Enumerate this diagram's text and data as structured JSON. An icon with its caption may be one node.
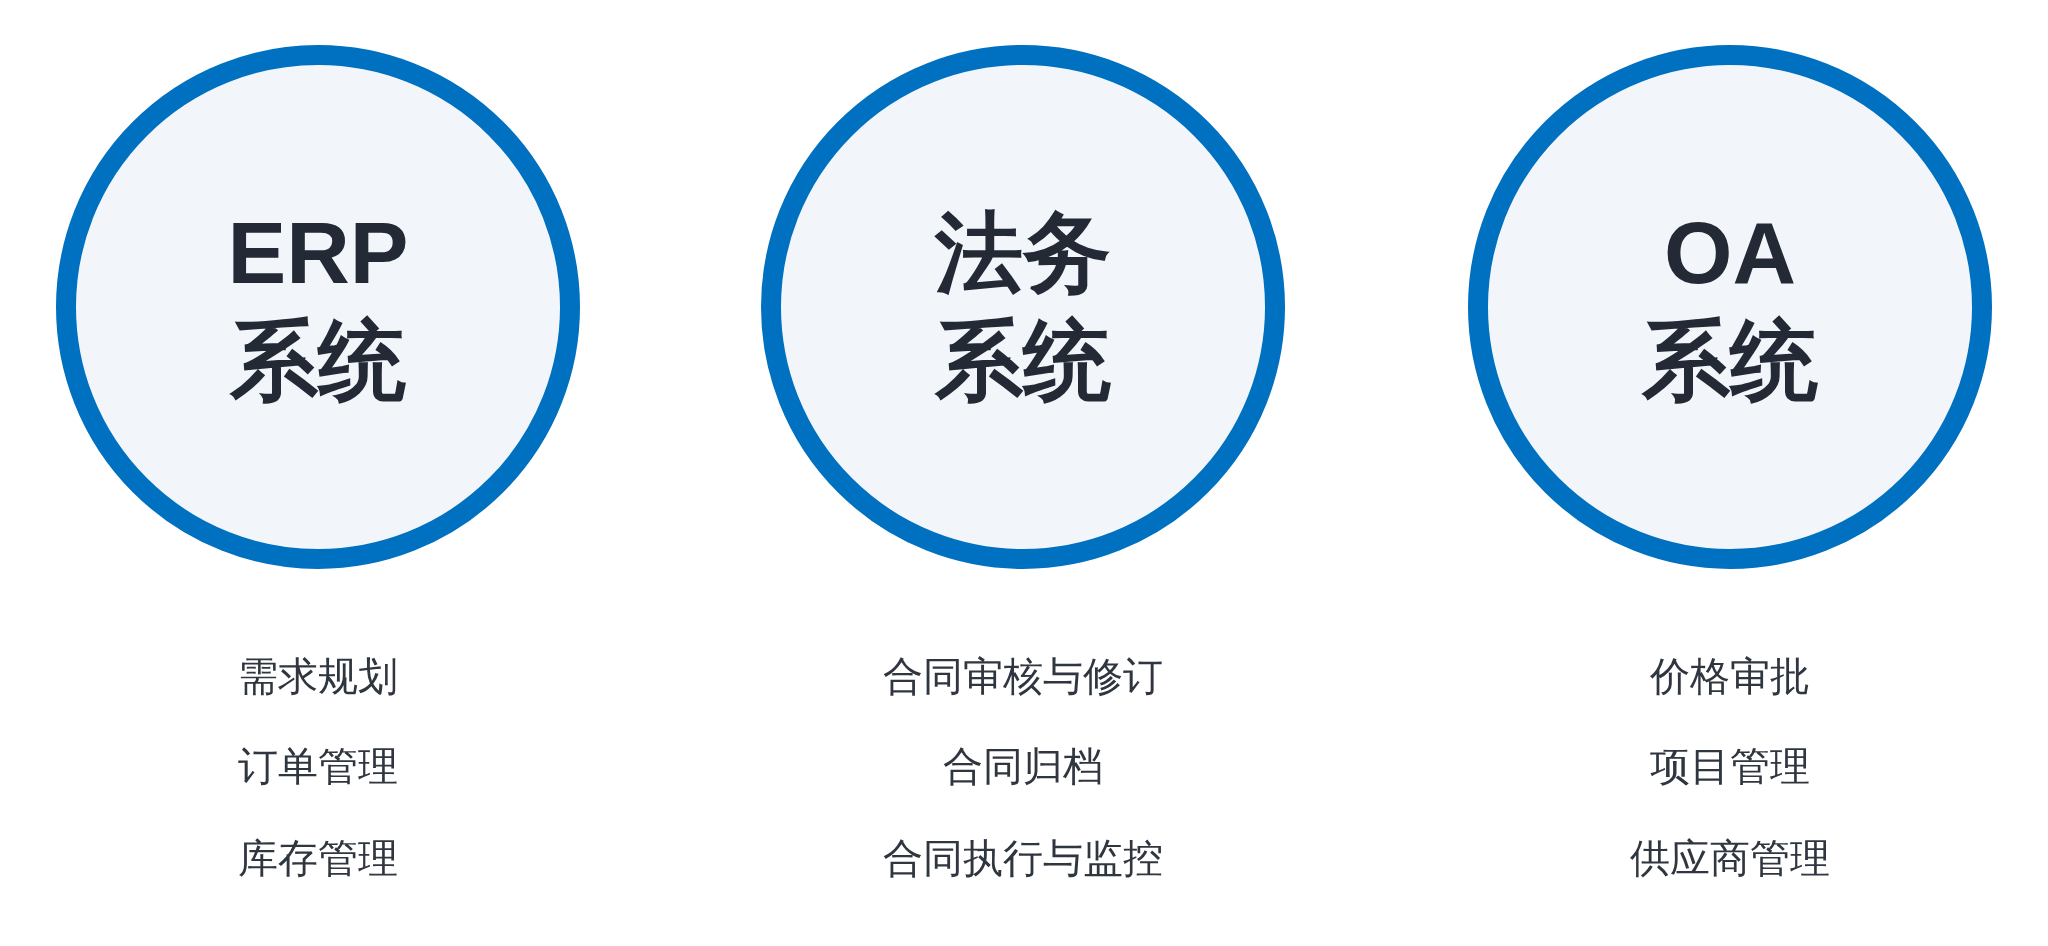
{
  "diagram": {
    "nodes": [
      {
        "text": [
          "ERP系统"
        ],
        "beside": [
          "需求规划",
          "订单管理",
          "库存管理"
        ]
      },
      {
        "text": [
          "法务系统"
        ],
        "beside": [
          "合同审核与修订",
          "合同归档",
          "合同执行与监控"
        ]
      },
      {
        "text": [
          "OA系统"
        ],
        "beside": [
          "价格审批",
          "项目管理",
          "供应商管理"
        ]
      }
    ]
  }
}
